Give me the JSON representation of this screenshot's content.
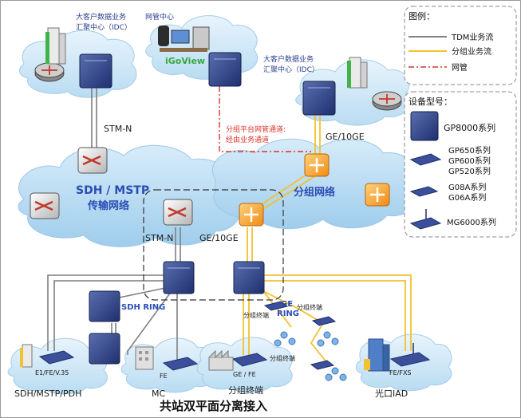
{
  "diagram": {
    "title": "共站双平面分离接入",
    "clouds": {
      "sdh": {
        "line1": "SDH / MSTP",
        "line2": "传输网络"
      },
      "packet": {
        "label": "分组网络"
      },
      "idc_left": {
        "line1": "大客户数据业务",
        "line2": "汇聚中心（IDC）"
      },
      "idc_right": {
        "line1": "大客户数据业务",
        "line2": "汇聚中心（IDC）"
      },
      "nms": {
        "label": "网管中心"
      },
      "branches": {
        "sdh_pdh": "SDH/MSTP/PDH",
        "mc": "MC",
        "packet_terminal": "分组终端",
        "iad": "光口IAD"
      }
    },
    "labels": {
      "stm_n_top": "STM-N",
      "stm_n_mid": "STM-N",
      "ge_10ge_top": "GE/10GE",
      "ge_10ge_mid": "GE/10GE",
      "nms_path_line1": "分组平台网管通道:",
      "nms_path_line2": "经由业务通道",
      "sdh_ring": "SDH RING",
      "ge_ring_line1": "GE",
      "ge_ring_line2": "RING",
      "packet_term_1": "分组终端",
      "packet_term_2": "分组终端",
      "packet_term_3": "分组终端",
      "e1_fe_v35": "E1/FE/V.35",
      "fe_mc": "FE",
      "ge_fe": "GE / FE",
      "fe_fxs": "FE/FXS",
      "igoview": "iGoView"
    },
    "legend": {
      "title": "图例：",
      "items": [
        {
          "label": "TDM业务流",
          "color": "#7f7f7f",
          "style": "solid"
        },
        {
          "label": "分组业务流",
          "color": "#f2c12e",
          "style": "solid"
        },
        {
          "label": "网管",
          "color": "#d9342b",
          "style": "dashdot"
        }
      ]
    },
    "devices_legend": {
      "title": "设备型号：",
      "items": [
        {
          "label": "GP8000系列"
        },
        {
          "line1": "GP650系列",
          "line2": "GP600系列",
          "line3": "GP520系列"
        },
        {
          "line1": "G08A系列",
          "line2": "G06A系列"
        },
        {
          "label": "MG6000系列"
        }
      ]
    }
  }
}
